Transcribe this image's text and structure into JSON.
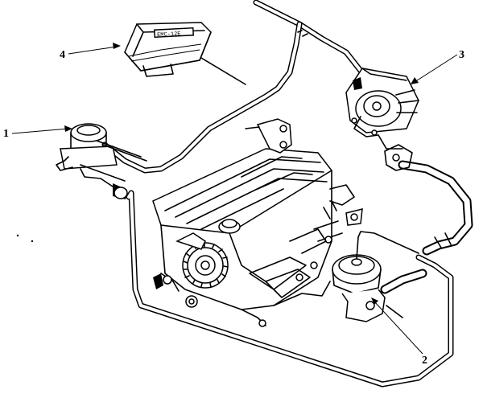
{
  "diagram": {
    "callouts": [
      {
        "id": "1",
        "label": "1"
      },
      {
        "id": "2",
        "label": "2"
      },
      {
        "id": "3",
        "label": "3"
      },
      {
        "id": "4",
        "label": "4"
      }
    ],
    "ecm_label": "EMC-12E"
  }
}
